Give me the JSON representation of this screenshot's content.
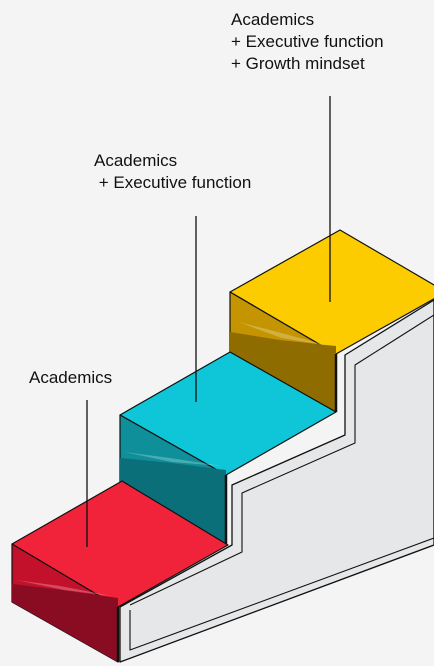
{
  "steps": [
    {
      "id": "academics",
      "lines": [
        "Academics"
      ],
      "colors": {
        "top": "#f0233a",
        "front": "#c3102b",
        "front_dark": "#8a0c22"
      }
    },
    {
      "id": "executive-function",
      "lines": [
        "Academics",
        " + Executive function"
      ],
      "colors": {
        "top": "#0ec6d8",
        "front": "#0f8f99",
        "front_dark": "#0b6f79"
      }
    },
    {
      "id": "growth-mindset",
      "lines": [
        "Academics",
        "+ Executive function",
        "+ Growth mindset"
      ],
      "colors": {
        "top": "#fccc00",
        "front": "#c49500",
        "front_dark": "#8f6c00"
      }
    }
  ],
  "stair_colors": {
    "face": "#e6e7e9",
    "inner": "#d0d2d6",
    "outline": "#111111"
  }
}
